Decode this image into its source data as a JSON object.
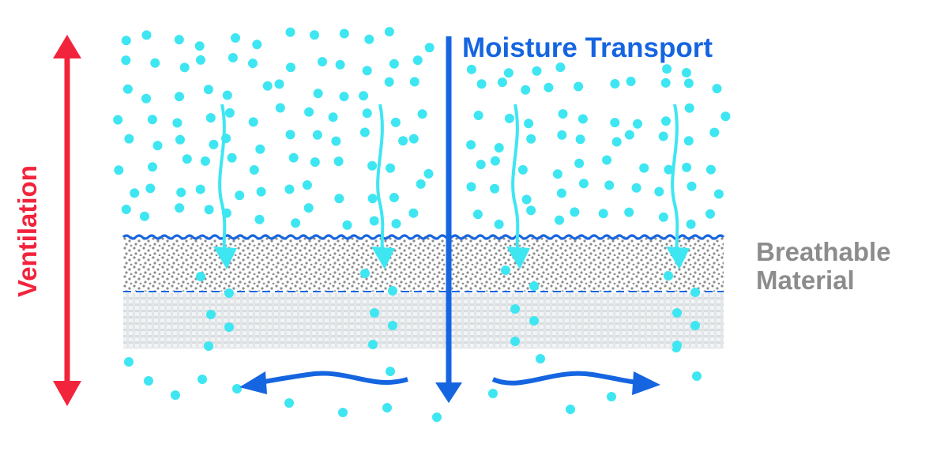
{
  "labels": {
    "top": "Moisture Transport",
    "right_line1": "Breathable",
    "right_line2": "Material",
    "left": "Ventilation"
  },
  "colors": {
    "moisture_dot": "#3ee6f2",
    "moisture_arrow": "#3ee6f2",
    "transport_blue": "#1565e0",
    "ventilation_red": "#f2243c",
    "material_gray": "#8c8c8c",
    "mesh_gray": "#d8dde0"
  },
  "icons": {
    "ventilation": "double-headed-vertical-arrow",
    "transport": "downward-arrow",
    "lateral_flow": "curved-horizontal-arrows",
    "moisture_flow": "wavy-downward-arrows"
  }
}
